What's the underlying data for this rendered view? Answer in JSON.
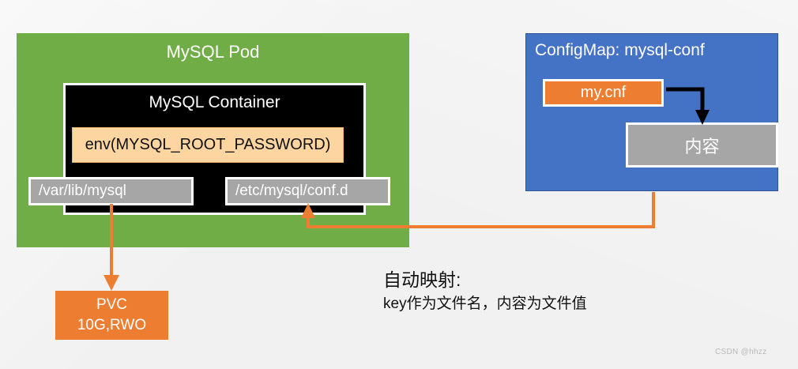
{
  "diagram": {
    "title_hidden": "",
    "pod": {
      "name": "MySQL Pod",
      "color": "#70ad47"
    },
    "container": {
      "name": "MySQL Container",
      "color": "#000000",
      "env": {
        "label": "env(MYSQL_ROOT_PASSWORD)",
        "color": "#fcd5a0"
      },
      "mounts": [
        {
          "path": "/var/lib/mysql",
          "color": "#a6a6a6"
        },
        {
          "path": "/etc/mysql/conf.d",
          "color": "#a6a6a6"
        }
      ]
    },
    "configmap": {
      "title": "ConfigMap:  mysql-conf",
      "color": "#4472c4",
      "key": {
        "label": "my.cnf",
        "color": "#ed7d31"
      },
      "value": {
        "label": "内容",
        "color": "#a6a6a6"
      }
    },
    "pvc": {
      "line1": "PVC",
      "line2": "10G,RWO",
      "color": "#ed7d31"
    },
    "note": {
      "title": "自动映射:",
      "body": "key作为文件名，内容为文件值"
    },
    "connectors": {
      "key_to_value_color": "#000000",
      "configmap_to_mount_color": "#ed7d31",
      "mount_to_pvc_color": "#ed7d31"
    },
    "watermark": "CSDN @hhzz"
  }
}
